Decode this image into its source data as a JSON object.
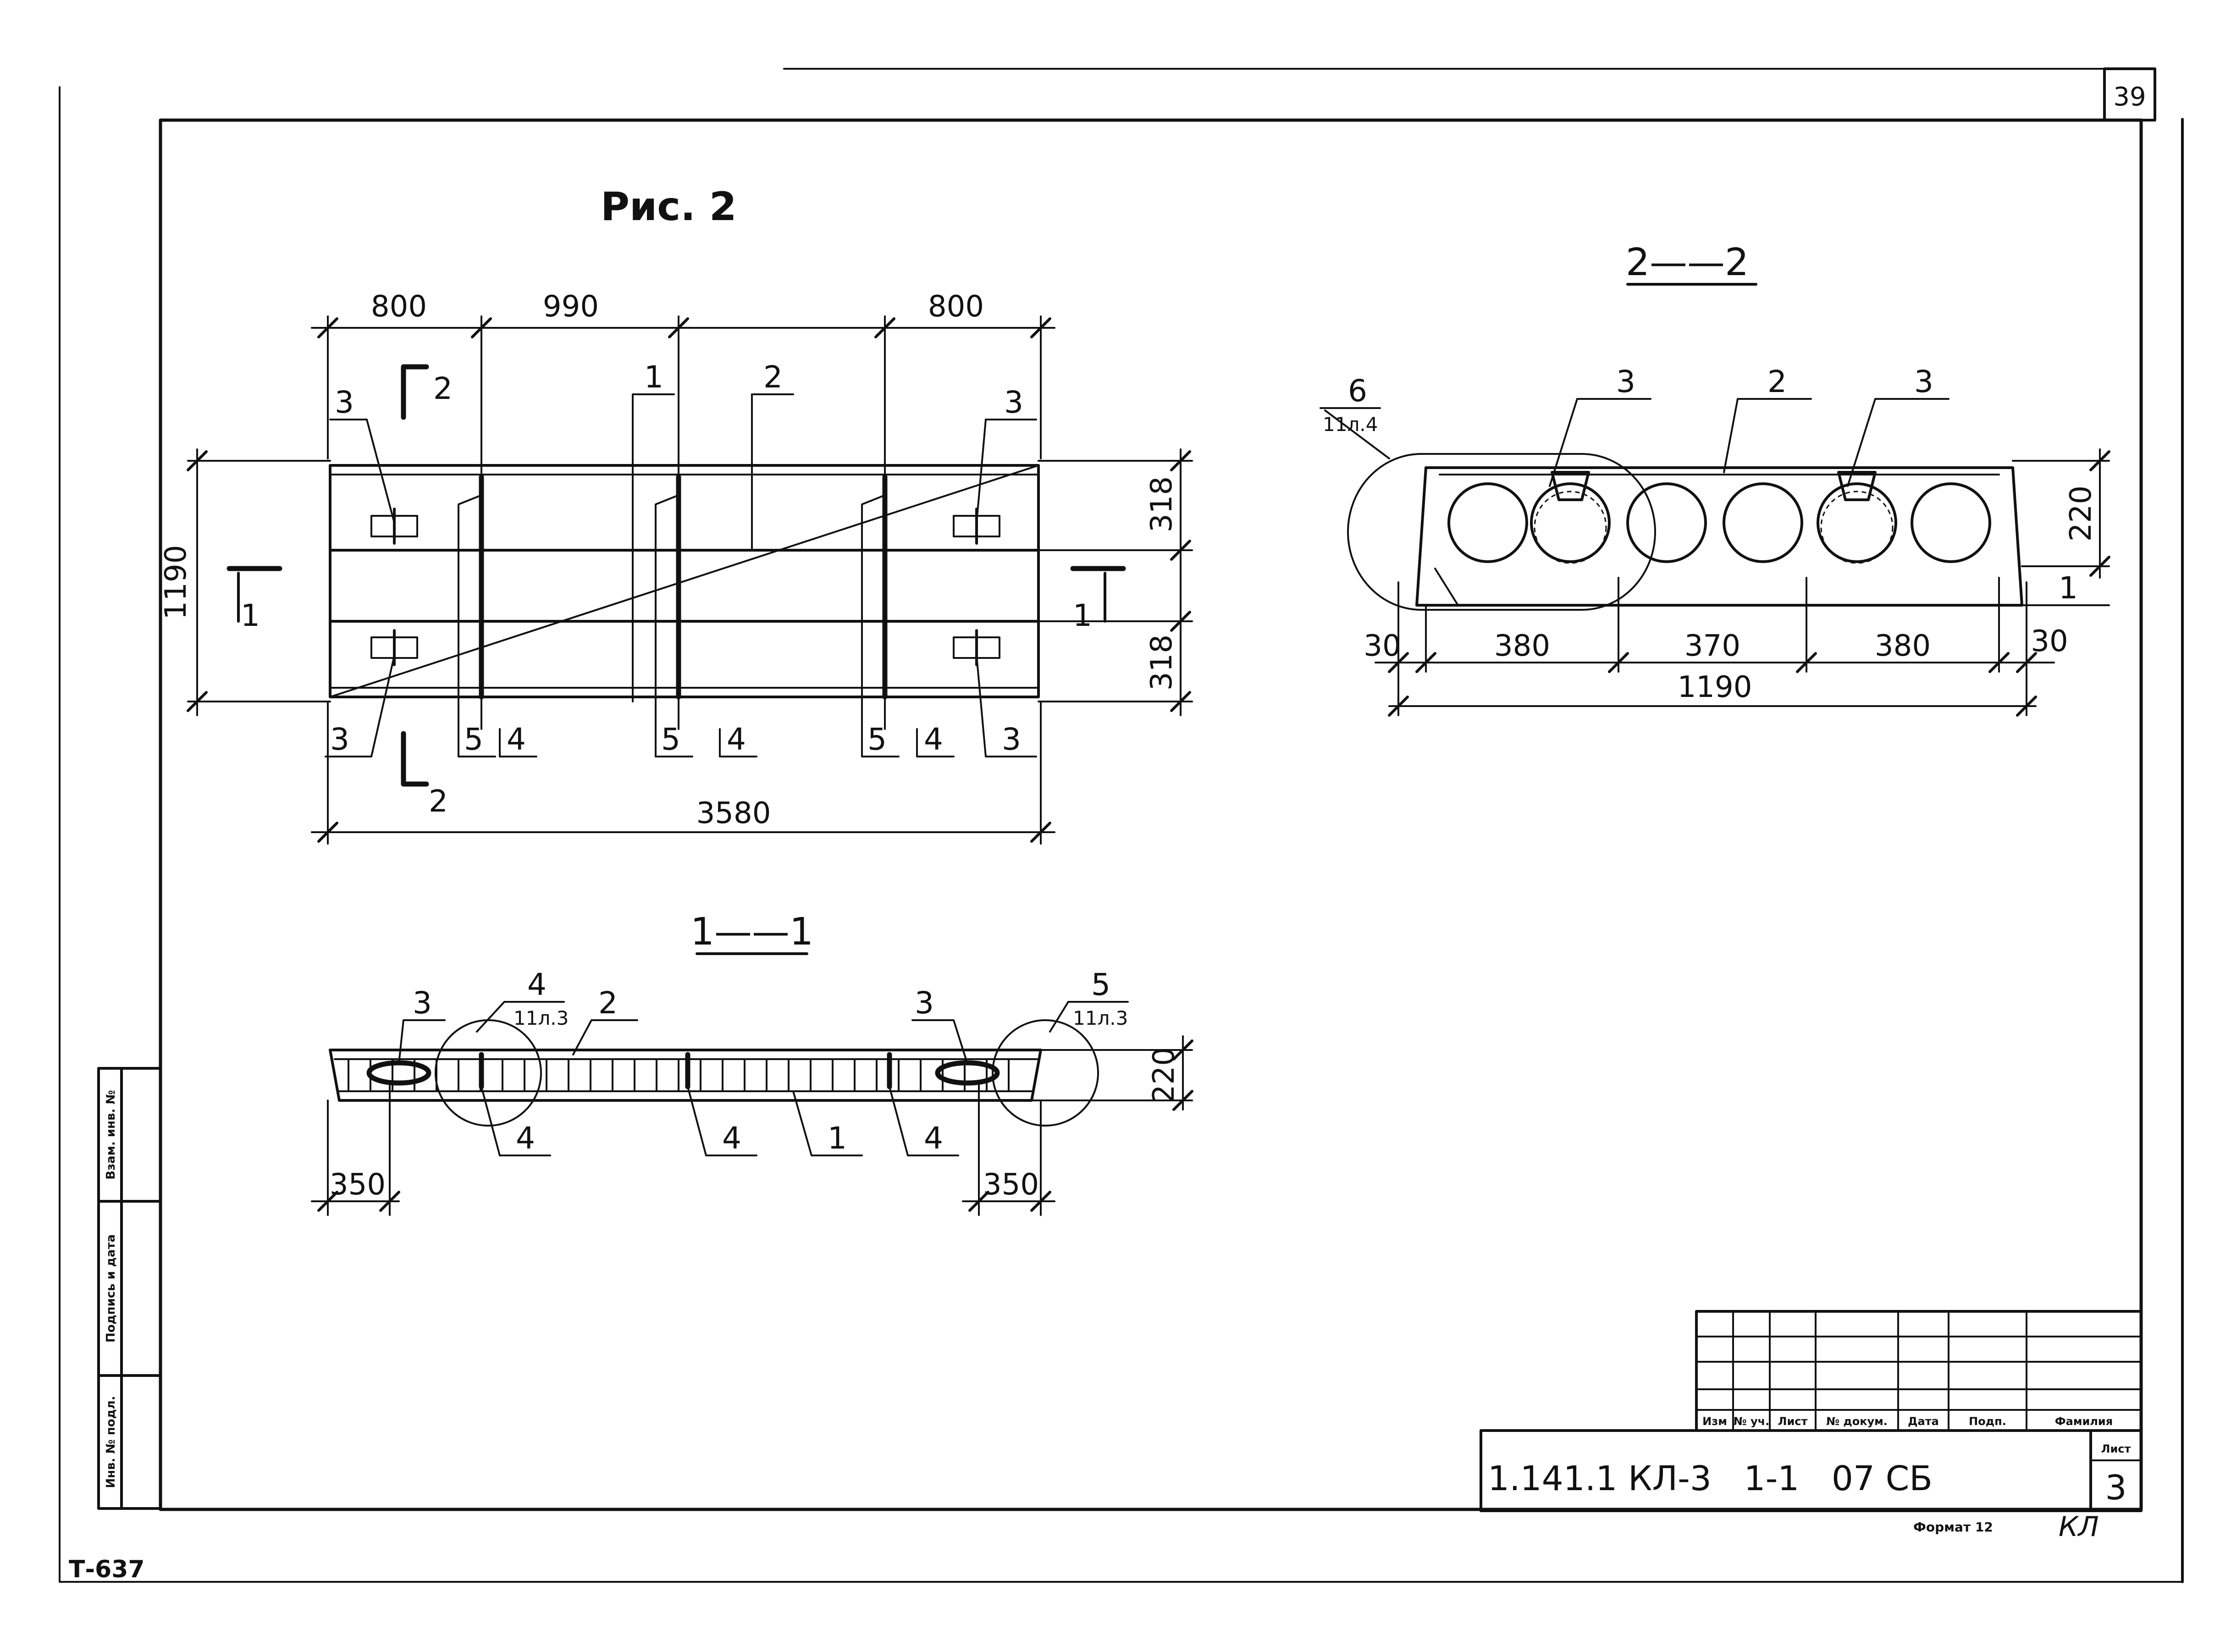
{
  "sheet": {
    "page_number": "39",
    "inventory_code": "Т-637",
    "stamp_mark": "КЛ"
  },
  "figure": {
    "title": "Рис. 2"
  },
  "plan_view": {
    "dim_top": [
      "800",
      "990",
      "800"
    ],
    "dim_total_length": "3580",
    "dim_width": "1190",
    "dim_right": [
      "318",
      "318"
    ],
    "section_marks": [
      "2",
      "2",
      "1",
      "1"
    ],
    "callouts_top": [
      "3",
      "1",
      "2",
      "3"
    ],
    "callouts_bottom": [
      "3",
      "5",
      "4",
      "5",
      "4",
      "5",
      "4",
      "3"
    ]
  },
  "section_2_2": {
    "title": "2——2",
    "detail_ref_number": "6",
    "detail_ref_sheet": "11л.4",
    "callouts": [
      "3",
      "2",
      "3",
      "1"
    ],
    "dim_height": "220",
    "dims_bottom": [
      "30",
      "380",
      "370",
      "380",
      "30"
    ],
    "dim_total": "1190"
  },
  "section_1_1": {
    "title": "1——1",
    "detail_left_number": "4",
    "detail_left_sheet": "11л.3",
    "detail_right_number": "5",
    "detail_right_sheet": "11л.3",
    "callouts_top": [
      "3",
      "2",
      "3"
    ],
    "callouts_bottom": [
      "4",
      "4",
      "1",
      "4"
    ],
    "dim_height": "220",
    "dim_left": "350",
    "dim_right": "350"
  },
  "title_block": {
    "headers": [
      "Изм",
      "№ уч.",
      "Лист",
      "№ докум.",
      "Дата",
      "Подп.",
      "Фамилия"
    ],
    "document_code": "1.141.1 КЛ-3   1-1   07 СБ",
    "sheet_label": "Лист",
    "sheet_number": "3",
    "format_label": "Формат 12"
  },
  "side_stamp": [
    "Взам. инв. №",
    "Подпись и дата",
    "Инв. № подл."
  ]
}
